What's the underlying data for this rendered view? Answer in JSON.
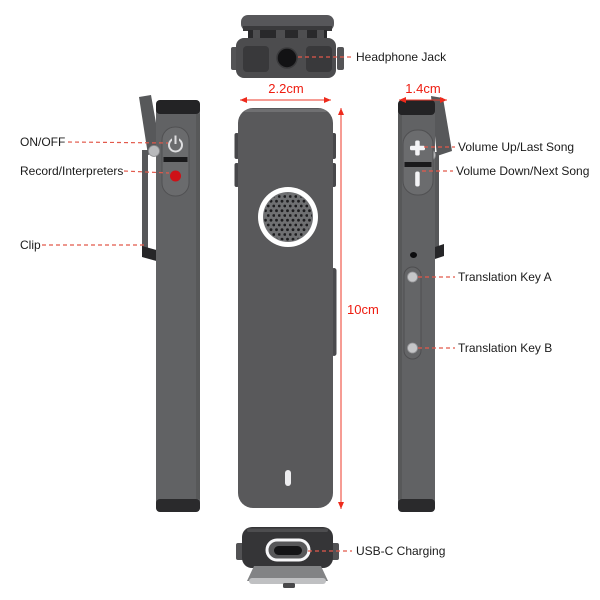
{
  "title": "Pocket translator device annotated diagram",
  "colors": {
    "background": "#ffffff",
    "dimension_red": "#ee1c10",
    "leader_red": "#e2594b",
    "label_text": "#1b1b1b",
    "body_gray": "#59595b",
    "side_gray": "#616264",
    "dark_cap": "#232325",
    "record_red": "#ce1117"
  },
  "dimensions": {
    "front_width": "2.2cm",
    "side_thickness": "1.4cm",
    "device_height": "10cm"
  },
  "callouts": {
    "headphone_jack": "Headphone Jack",
    "on_off": "ON/OFF",
    "record_interpreters": "Record/Interpreters",
    "clip": "Clip",
    "volume_up": "Volume Up/Last Song",
    "volume_down": "Volume Down/Next Song",
    "translation_key_a": "Translation Key A",
    "translation_key_b": "Translation Key B",
    "usb_c_charging": "USB-C Charging"
  },
  "icons": {
    "power": "power-symbol-ring-with-bar",
    "volume_up": "plus-glyph",
    "volume_down": "vertical-minus-glyph",
    "record": "red-dot",
    "speaker": "perforated-round-grille",
    "led": "white-status-led",
    "headphone_jack": "round-jack-hole",
    "usb_port": "usb-c-oval-port",
    "mic": "pinhole-mic"
  }
}
